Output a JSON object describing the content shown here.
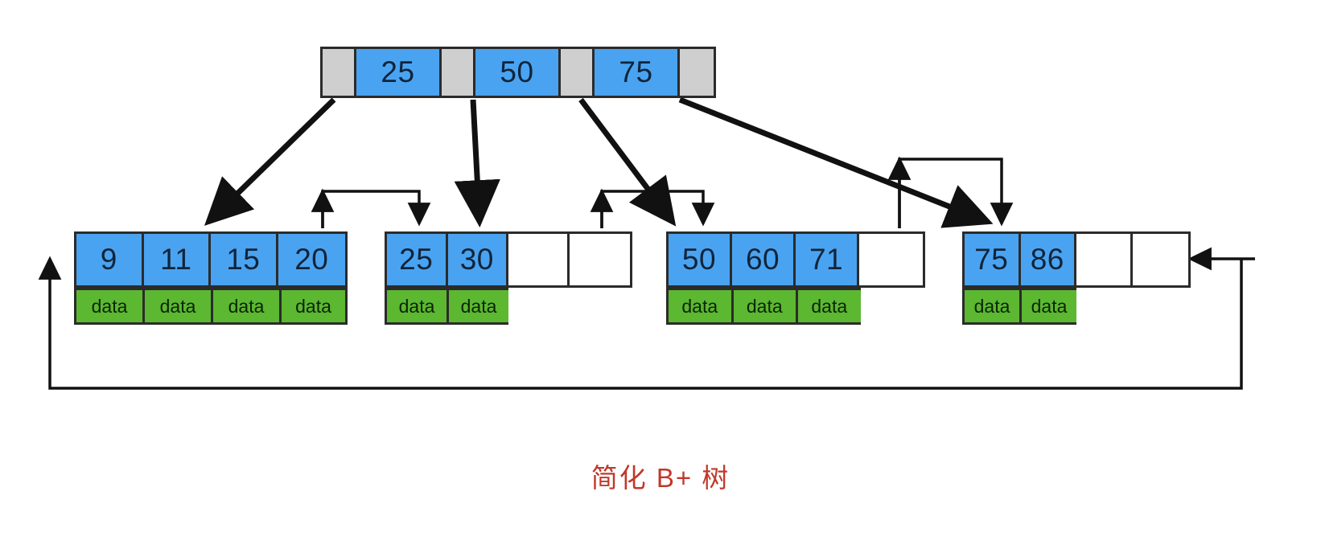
{
  "diagram": {
    "caption": "简化 B+ 树",
    "type": "b-plus-tree",
    "colors": {
      "key_fill": "#4aa3f0",
      "pointer_fill": "#cfcfcf",
      "data_fill": "#5cb731",
      "empty_fill": "#ffffff",
      "stroke": "#2b2b2b",
      "caption_color": "#c0392b",
      "background": "#ffffff"
    },
    "root": {
      "label": "root-node",
      "cells": [
        {
          "kind": "pointer",
          "value": ""
        },
        {
          "kind": "key",
          "value": "25"
        },
        {
          "kind": "pointer",
          "value": ""
        },
        {
          "kind": "key",
          "value": "50"
        },
        {
          "kind": "pointer",
          "value": ""
        },
        {
          "kind": "key",
          "value": "75"
        },
        {
          "kind": "pointer",
          "value": ""
        }
      ]
    },
    "leaves": [
      {
        "label": "leaf-node-1",
        "keys": [
          "9",
          "11",
          "15",
          "20"
        ],
        "empty_slots": 0,
        "data_labels": [
          "data",
          "data",
          "data",
          "data"
        ]
      },
      {
        "label": "leaf-node-2",
        "keys": [
          "25",
          "30"
        ],
        "empty_slots": 2,
        "data_labels": [
          "data",
          "data"
        ]
      },
      {
        "label": "leaf-node-3",
        "keys": [
          "50",
          "60",
          "71"
        ],
        "empty_slots": 1,
        "data_labels": [
          "data",
          "data",
          "data"
        ]
      },
      {
        "label": "leaf-node-4",
        "keys": [
          "75",
          "86"
        ],
        "empty_slots": 2,
        "data_labels": [
          "data",
          "data"
        ]
      }
    ],
    "edges": [
      {
        "name": "root-to-leaf-1",
        "from": "root.pointer.0",
        "to": "leaf-node-1"
      },
      {
        "name": "root-to-leaf-2",
        "from": "root.pointer.1",
        "to": "leaf-node-2"
      },
      {
        "name": "root-to-leaf-3",
        "from": "root.pointer.2",
        "to": "leaf-node-3"
      },
      {
        "name": "root-to-leaf-4",
        "from": "root.pointer.3",
        "to": "leaf-node-4"
      },
      {
        "name": "sibling-link-1-to-2",
        "from": "leaf-node-1",
        "to": "leaf-node-2"
      },
      {
        "name": "sibling-link-2-to-3",
        "from": "leaf-node-2",
        "to": "leaf-node-3"
      },
      {
        "name": "sibling-link-3-to-4",
        "from": "leaf-node-3",
        "to": "leaf-node-4"
      },
      {
        "name": "sibling-link-wrap-4-to-1",
        "from": "leaf-node-4",
        "to": "leaf-node-1"
      }
    ]
  }
}
